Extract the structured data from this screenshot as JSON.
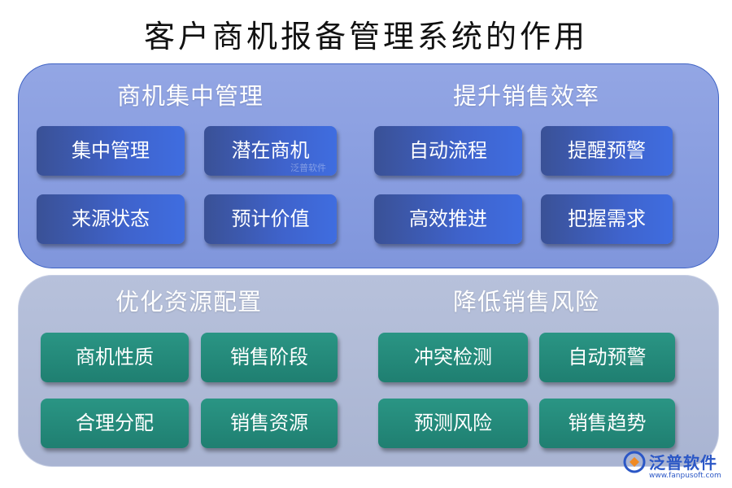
{
  "title": "客户商机报备管理系统的作用",
  "watermark": "泛普软件",
  "sections": {
    "top_left": {
      "title": "商机集中管理",
      "items": [
        "集中管理",
        "潜在商机",
        "来源状态",
        "预计价值"
      ]
    },
    "top_right": {
      "title": "提升销售效率",
      "items": [
        "自动流程",
        "提醒预警",
        "高效推进",
        "把握需求"
      ]
    },
    "bottom_left": {
      "title": "优化资源配置",
      "items": [
        "商机性质",
        "销售阶段",
        "合理分配",
        "销售资源"
      ]
    },
    "bottom_right": {
      "title": "降低销售风险",
      "items": [
        "冲突检测",
        "自动预警",
        "预测风险",
        "销售趋势"
      ]
    }
  },
  "logo": {
    "name": "泛普软件",
    "url": "www.fanpusoft.com"
  },
  "colors": {
    "top_panel": "#8a9edf",
    "bottom_panel": "#b0bad6",
    "blue_box": "#3f63cc",
    "teal_box": "#248a7b",
    "brand": "#2b57c6"
  }
}
